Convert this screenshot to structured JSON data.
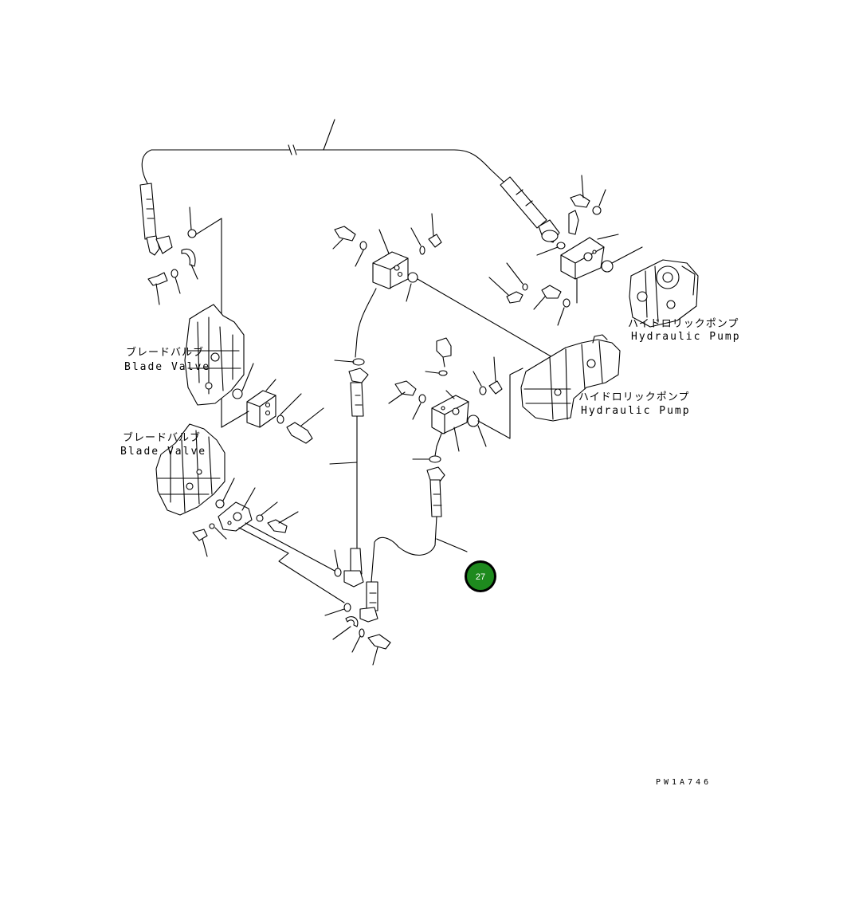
{
  "drawing_code": "PW1A746",
  "callout": {
    "number": "27",
    "color": "#1e8a1e"
  },
  "labels": {
    "pump_top_jp": "ハイドロリックポンプ",
    "pump_top_en": "Hydraulic Pump",
    "pump_mid_jp": "ハイドロリックポンプ",
    "pump_mid_en": "Hydraulic Pump",
    "valve_top_jp": "ブレードバルブ",
    "valve_top_en": "Blade Valve",
    "valve_bot_jp": "ブレードバルブ",
    "valve_bot_en": "Blade Valve"
  }
}
